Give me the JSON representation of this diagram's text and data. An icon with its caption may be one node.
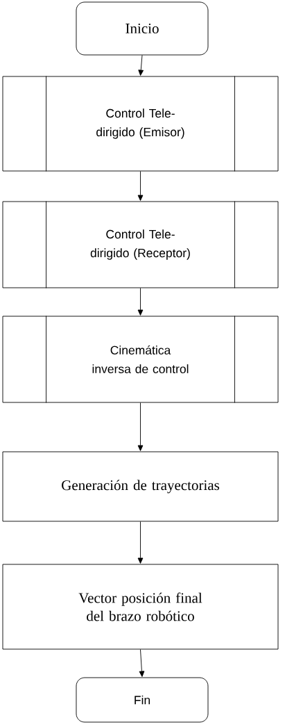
{
  "diagram": {
    "nodes": [
      {
        "text": [
          "Inicio"
        ]
      },
      {
        "text": [
          "Control Tele-dirigido (Emisor)"
        ]
      },
      {
        "text": [
          "Control Tele-dirigido (Receptor)"
        ]
      },
      {
        "text": [
          "Cinemática inversa de control"
        ]
      },
      {
        "text": [
          "Generación de trayectorias"
        ]
      },
      {
        "text": [
          "Vector posición final del brazo robótico"
        ]
      },
      {
        "text": [
          "Fin"
        ]
      }
    ],
    "edges": [
      {
        "from": 0,
        "to": 1,
        "arrow": "to"
      },
      {
        "from": 1,
        "to": 2,
        "arrow": "to"
      },
      {
        "from": 2,
        "to": 3,
        "arrow": "to"
      },
      {
        "from": 3,
        "to": 4,
        "arrow": "to"
      },
      {
        "from": 4,
        "to": 5,
        "arrow": "to"
      },
      {
        "from": 5,
        "to": 6,
        "arrow": "to"
      }
    ]
  }
}
